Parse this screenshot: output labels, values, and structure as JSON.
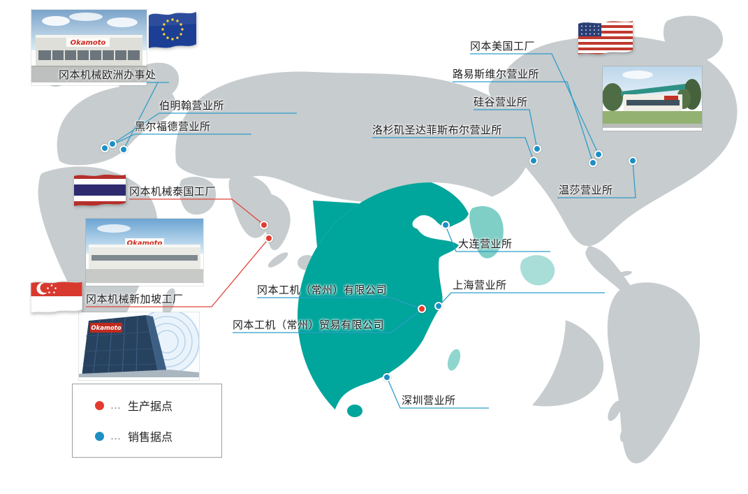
{
  "colors": {
    "production": "#e23b2e",
    "sales": "#1d8fc4",
    "zoom_land": "#00a59b",
    "map_land": "#c7ccce",
    "line_blue": "#2f9dc9",
    "line_red": "#e0443a"
  },
  "locations": [
    {
      "id": "europe-office",
      "label": "冈本机械欧洲办事处",
      "type": "sales"
    },
    {
      "id": "birmingham",
      "label": "伯明翰营业所",
      "type": "sales"
    },
    {
      "id": "halesworth",
      "label": "黑尔福德营业所",
      "type": "sales"
    },
    {
      "id": "us-factory",
      "label": "冈本美国工厂",
      "type": "sales"
    },
    {
      "id": "louisville",
      "label": "路易斯维尔营业所",
      "type": "sales"
    },
    {
      "id": "silicon-valley",
      "label": "硅谷营业所",
      "type": "sales"
    },
    {
      "id": "los-angeles",
      "label": "洛杉矶圣达菲斯布尔营业所",
      "type": "sales"
    },
    {
      "id": "windsor",
      "label": "温莎营业所",
      "type": "sales"
    },
    {
      "id": "thailand-factory",
      "label": "冈本机械泰国工厂",
      "type": "production"
    },
    {
      "id": "singapore-factory",
      "label": "冈本机械新加坡工厂",
      "type": "production"
    },
    {
      "id": "dalian",
      "label": "大连营业所",
      "type": "sales"
    },
    {
      "id": "shanghai",
      "label": "上海营业所",
      "type": "sales"
    },
    {
      "id": "changzhou-co",
      "label": "冈本工机（常州）有限公司",
      "type": "production"
    },
    {
      "id": "changzhou-trading",
      "label": "冈本工机（常州）贸易有限公司",
      "type": "production"
    },
    {
      "id": "shenzhen",
      "label": "深圳营业所",
      "type": "sales"
    }
  ],
  "photos": {
    "europe_sign": "Okamoto",
    "thailand_sign": "Okamoto",
    "singapore_sign": "Okamoto"
  },
  "legend": {
    "separator": "…",
    "items": [
      {
        "label": "生产据点",
        "type": "production",
        "color": "#e23b2e"
      },
      {
        "label": "销售据点",
        "type": "sales",
        "color": "#1d8fc4"
      }
    ]
  }
}
